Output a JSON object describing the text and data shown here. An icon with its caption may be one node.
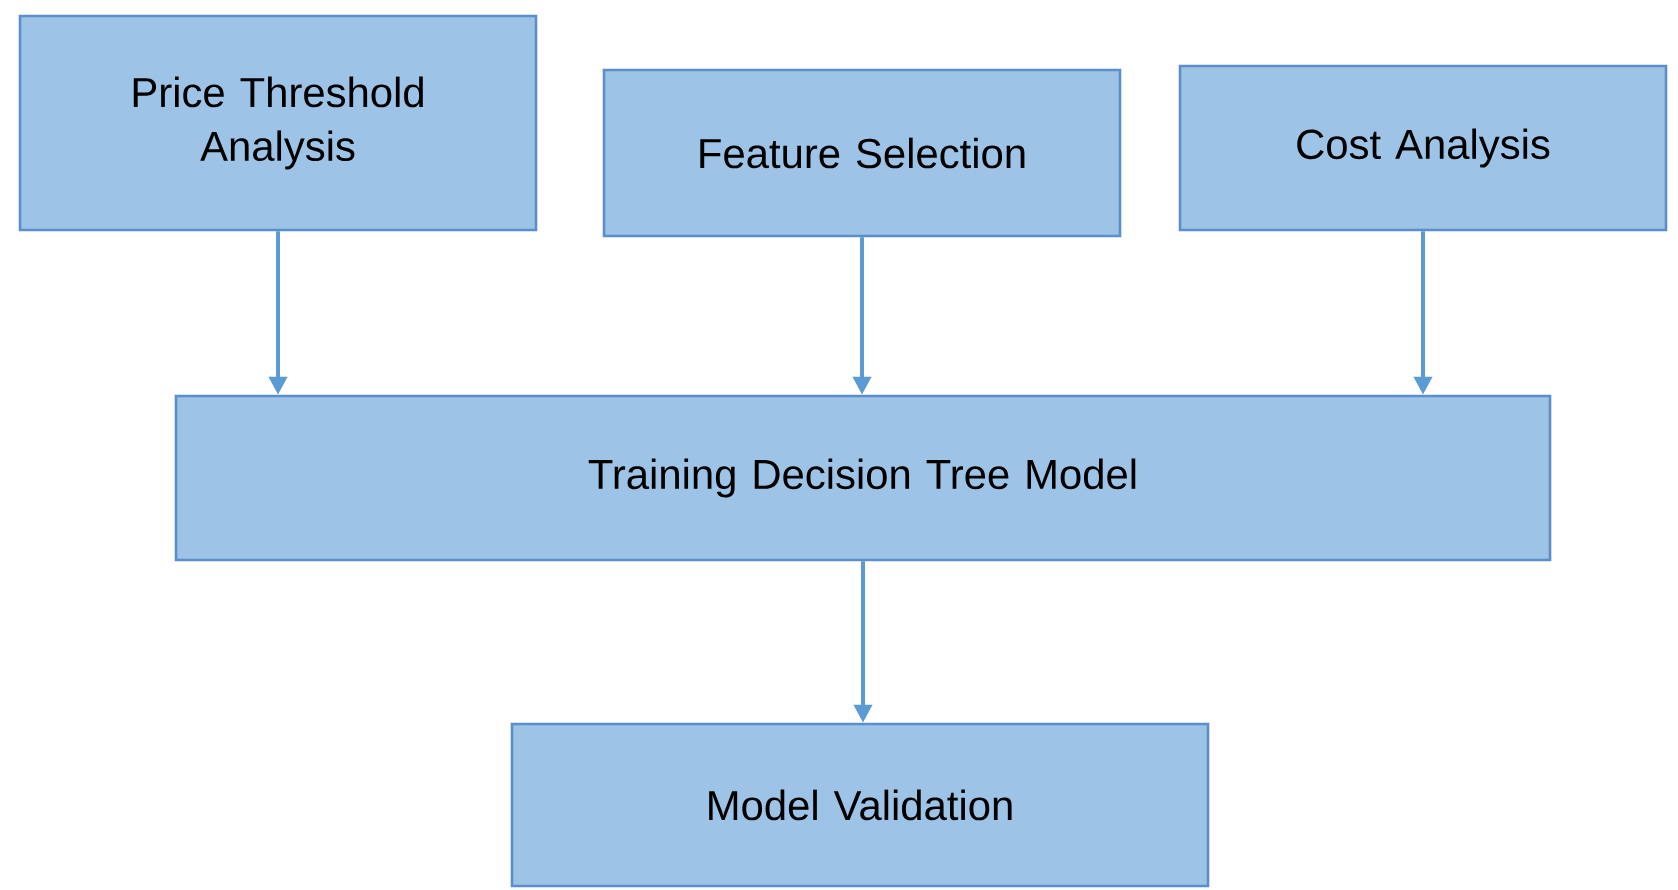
{
  "diagram": {
    "nodes": [
      {
        "text": [
          "Price Threshold Analysis"
        ]
      },
      {
        "text": [
          "Feature Selection"
        ]
      },
      {
        "text": [
          "Cost Analysis"
        ]
      },
      {
        "text": [
          "Training Decision Tree Model"
        ]
      },
      {
        "text": [
          "Model Validation"
        ]
      }
    ],
    "edges": [
      {
        "from": 0,
        "to": 3,
        "arrow": "to"
      },
      {
        "from": 1,
        "to": 3,
        "arrow": "to"
      },
      {
        "from": 2,
        "to": 3,
        "arrow": "to"
      },
      {
        "from": 3,
        "to": 4,
        "arrow": "to"
      }
    ]
  }
}
